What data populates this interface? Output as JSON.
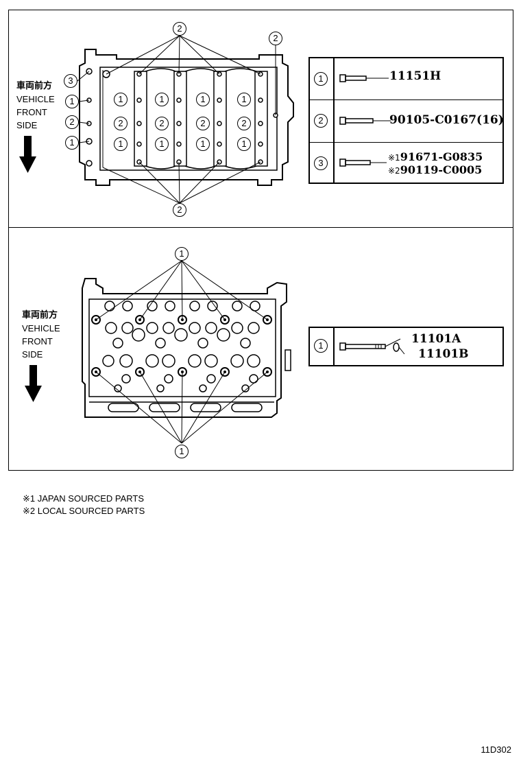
{
  "direction_label": {
    "japanese": "車両前方",
    "line1": "VEHICLE",
    "line2": "FRONT",
    "line3": "SIDE"
  },
  "top_view": {
    "callout_label_1": "1",
    "callout_label_2": "2",
    "callout_label_3": "3",
    "parts": [
      {
        "ref": "1",
        "number": "11151H"
      },
      {
        "ref": "2",
        "number": "90105-C0167(16)"
      },
      {
        "ref": "3",
        "numbers": [
          {
            "mark": "※1",
            "number": "91671-G0835"
          },
          {
            "mark": "※2",
            "number": "90119-C0005"
          }
        ]
      }
    ]
  },
  "bottom_view": {
    "callout_label_1": "1",
    "parts": [
      {
        "ref": "1",
        "numbers": [
          "11101A",
          "11101B"
        ]
      }
    ]
  },
  "notes": [
    "※1 JAPAN SOURCED PARTS",
    "※2 LOCAL SOURCED PARTS"
  ],
  "page_code": "11D302"
}
